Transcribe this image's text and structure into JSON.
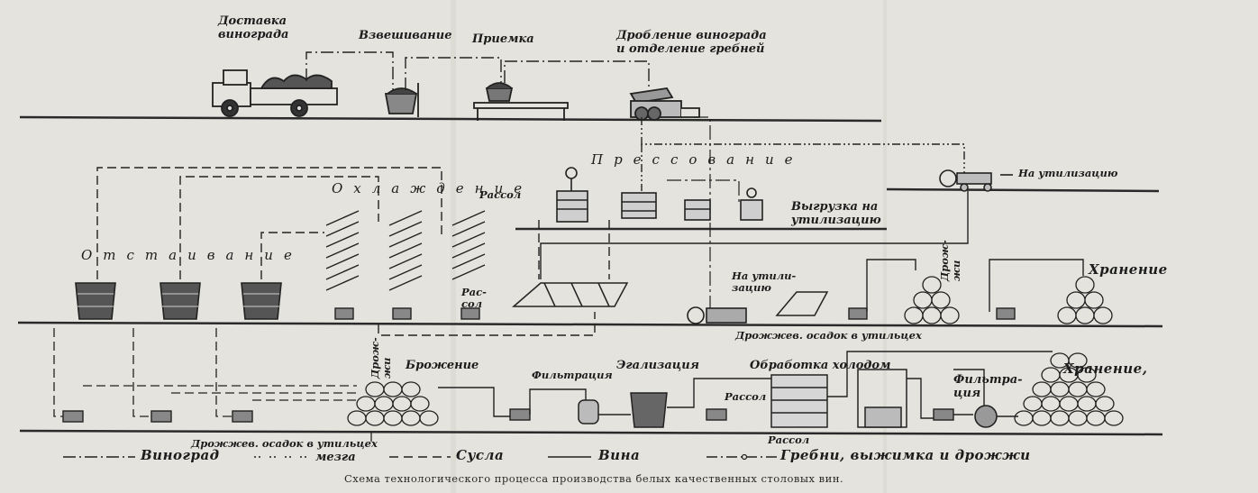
{
  "labels": {
    "grape_delivery": "Доставка\nвинограда",
    "weighing": "Взвешивание",
    "receiving": "Приемка",
    "crushing": "Дробление винограда\nи отделение гребней",
    "pressing": "Прессование",
    "to_disposal": "На утилизацию",
    "cooling": "Охлаждение",
    "brine_top": "Рассол",
    "unload_to_disposal": "Выгрузка на\nутилизацию",
    "settling": "Отстаивание",
    "brine_side": "Рас-\nсол",
    "to_disposal_small": "На утили-\nзацию",
    "yeast_top": "Дрож-\nжи",
    "storage_top": "Хранение",
    "yeast_sediment_top": "Дрожжев. осадок в утильцех",
    "yeast_mid": "Дрож-\nжи",
    "fermentation": "Брожение",
    "filtration": "Фильтрация",
    "egalization": "Эгализация",
    "cold_treatment": "Обработка холодом",
    "brine_mid": "Рассол",
    "filtration2": "Фильтра-\nция",
    "storage_bottom": "Хранение,",
    "brine_bottom": "Рассол",
    "yeast_sediment_bottom": "Дрожжев. осадок в утильцех"
  },
  "legend": {
    "grapes": "Виноград",
    "pomace": "мезга",
    "must": "Сусла",
    "wine": "Вина",
    "stems": "Гребни, выжимка и дрожжи"
  },
  "caption": "Схема технологического процесса производства белых качественных столовых вин."
}
